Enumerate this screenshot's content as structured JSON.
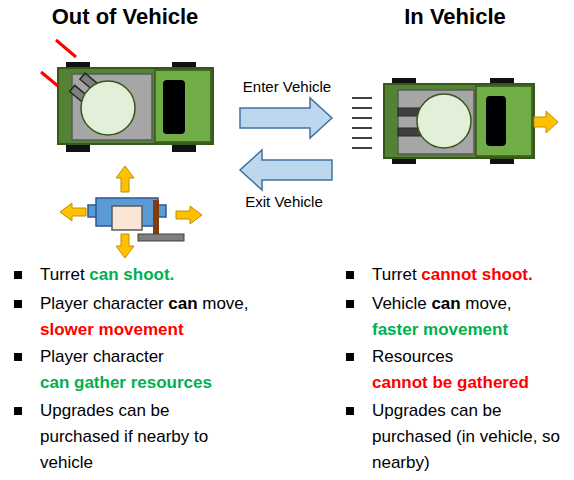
{
  "diagram": {
    "labels": [
      "Out of Vehicle",
      "In Vehicle",
      "Enter Vehicle",
      "Exit Vehicle",
      "Turret",
      "can shoot.",
      "Player character",
      "can",
      "move,",
      "slower movement",
      "Player character",
      "can gather resources",
      "Upgrades can be purchased if nearby to vehicle",
      "Turret",
      "cannot shoot.",
      "Vehicle",
      "can",
      "move,",
      "faster movement",
      "Resources",
      "cannot be gathered",
      "Upgrades can be purchased (in vehicle, so nearby)"
    ]
  }
}
